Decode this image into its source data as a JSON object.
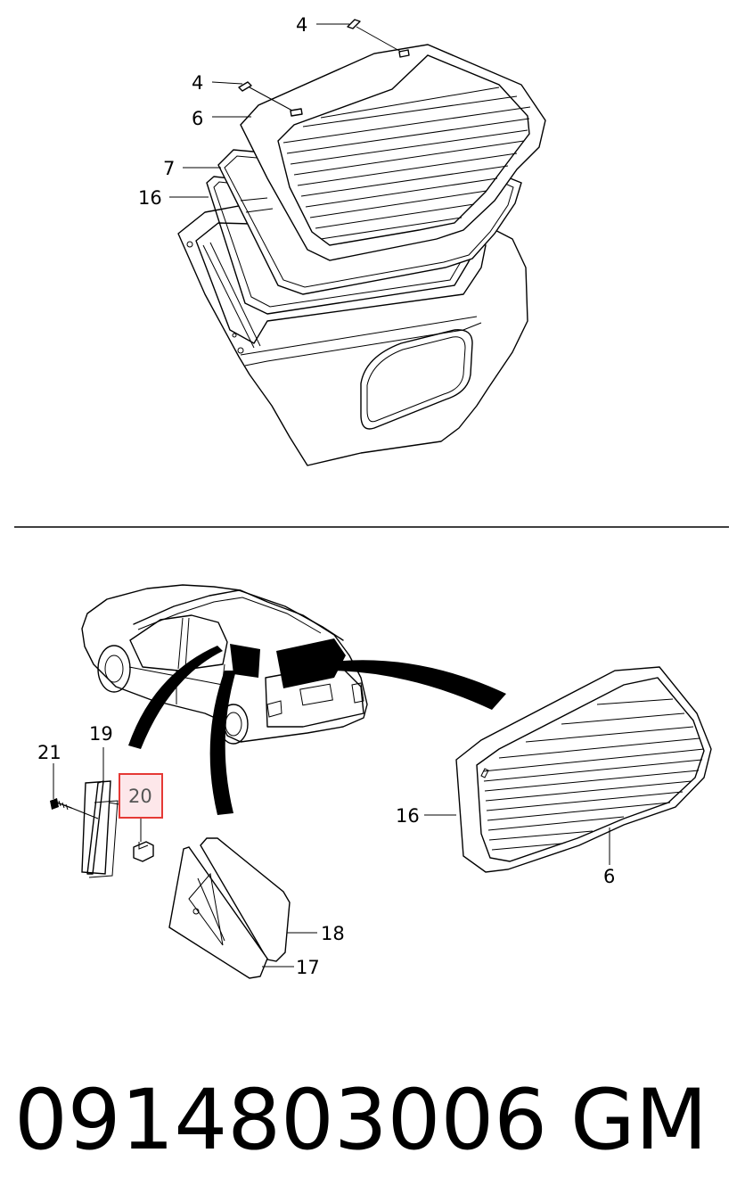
{
  "top_callouts": {
    "c4a": "4",
    "c4b": "4",
    "c6": "6",
    "c7": "7",
    "c16": "16"
  },
  "bottom_callouts": {
    "c19": "19",
    "c21": "21",
    "c20": "20",
    "c16": "16",
    "c6": "6",
    "c18": "18",
    "c17": "17"
  },
  "highlight": {
    "color": "#e53935",
    "fill": "#fde7ea"
  },
  "footer": {
    "part_number": "0914803006",
    "brand": "GM"
  }
}
